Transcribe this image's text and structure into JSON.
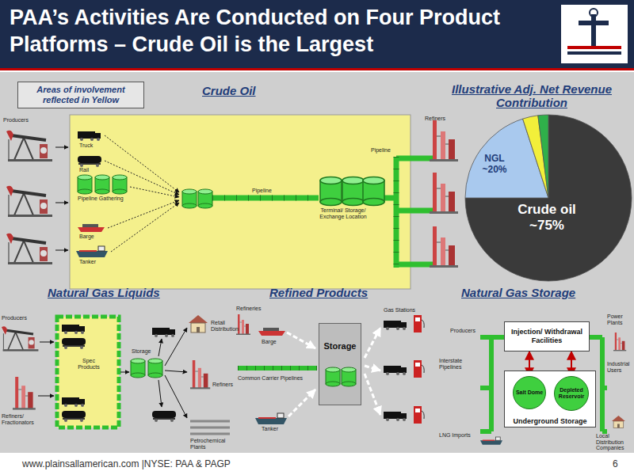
{
  "diagram": {
    "title": "PAA’s Activities Are Conducted on Four Product Platforms – Crude Oil is the Largest",
    "nodes": [
      {
        "text": [
          "Areas of involvement reflected in Yellow"
        ]
      },
      {
        "text": [
          "Storage"
        ]
      },
      {
        "text": [
          "Injection/ Withdrawal Facilities"
        ]
      },
      {
        "text": [
          "Underground Storage"
        ]
      },
      {
        "text": [
          "Salt Dome"
        ],
        "in": 3
      },
      {
        "text": [
          "Depleted Reservoir"
        ],
        "in": 3
      }
    ],
    "edges": [
      {
        "from": 2,
        "to": 4,
        "arrow": "both"
      },
      {
        "from": 2,
        "to": 5,
        "arrow": "both"
      }
    ],
    "labels": [
      "Crude Oil",
      "Illustrative Adj. Net Revenue Contribution",
      "NGL ~20%",
      "Crude oil ~75%",
      "Producers",
      "Truck",
      "Rail",
      "Pipeline Gathering",
      "Barge",
      "Tanker",
      "Pipeline",
      "Terminal/ Storage/ Exchange Location",
      "Pipeline",
      "Refiners",
      "Natural Gas Liquids",
      "Refined Products",
      "Natural Gas Storage",
      "Producers",
      "Spec Products",
      "Storage",
      "Retail Distribution",
      "Refiners",
      "Refiners/ Fractionators",
      "Petrochemical Plants",
      "Refineries",
      "Barge",
      "Common Carrier Pipelines",
      "Tanker",
      "Gas Stations",
      "Producers",
      "Interstate Pipelines",
      "LNG Imports",
      "Power Plants",
      "Industrial Users",
      "Local Distribution Companies",
      "www.plainsallamerican.com |NYSE: PAA & PAGP",
      "6"
    ]
  }
}
